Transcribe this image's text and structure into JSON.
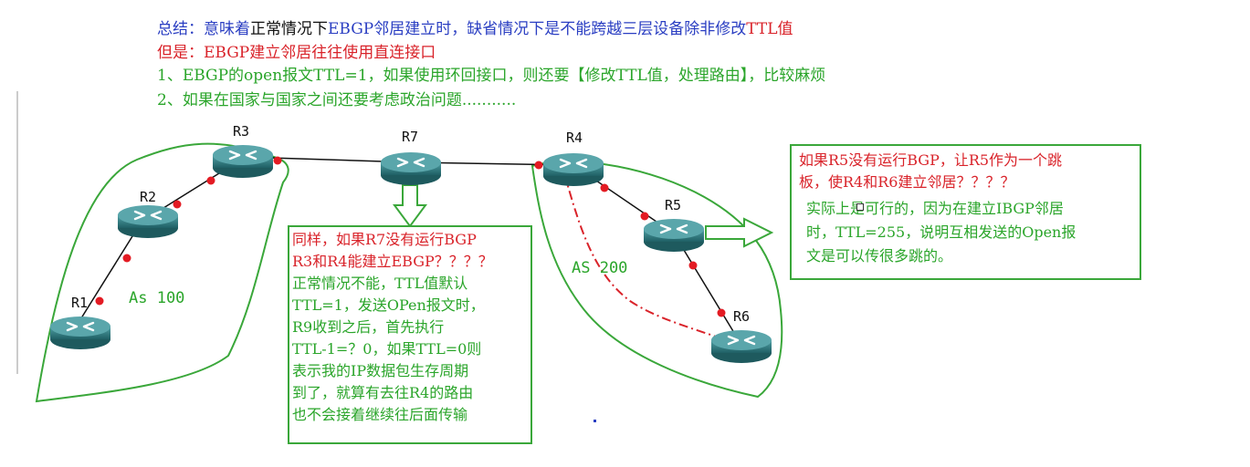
{
  "summary": {
    "prefix": "总结：意味着",
    "normal": "正常情况",
    "mid": "下",
    "main": "EBGP邻居建立时，缺省情况下是不能跨越三层设备除非修改",
    "ttl": "TTL值"
  },
  "notes": [
    "但是：EBGP建立邻居往往使用直连接口",
    "1、EBGP的open报文TTL=1，如果使用环回接口，则还要【修改TTL值，处理路由】，比较麻烦",
    "2、如果在国家与国家之间还要考虑政治问题..........."
  ],
  "routers": [
    {
      "name": "R1"
    },
    {
      "name": "R2"
    },
    {
      "name": "R3"
    },
    {
      "name": "R7"
    },
    {
      "name": "R4"
    },
    {
      "name": "R5"
    },
    {
      "name": "R6"
    }
  ],
  "as_labels": [
    "As 100",
    "AS 200"
  ],
  "box_r7": {
    "title_lines": [
      "同样，如果R7没有运行BGP",
      "R3和R4能建立EBGP？？？？"
    ],
    "body_lines": [
      "正常情况不能，TTL值默认",
      "TTL=1，发送OPen报文时，",
      "R9收到之后，首先执行",
      "TTL-1=？0，如果TTL=0则",
      "表示我的IP数据包生存周期",
      "到了，就算有去往R4的路由",
      "也不会接着继续往后面传输"
    ]
  },
  "box_r5": {
    "question_lines": [
      "如果R5没有运行BGP，让R5作为一个跳",
      "板，使R4和R6建立邻居？？？？"
    ],
    "answer_lines": [
      "实际上是可行的，因为在建立IBGP邻居",
      "时，TTL=255，说明互相发送的Open报",
      "文是可以传很多跳的。"
    ]
  },
  "colors": {
    "blue_text": "#2a3ec2",
    "red_text": "#d9232a",
    "green_text": "#2aa52a",
    "router_body": "#2f7f84",
    "link_dot": "#e31b23"
  }
}
